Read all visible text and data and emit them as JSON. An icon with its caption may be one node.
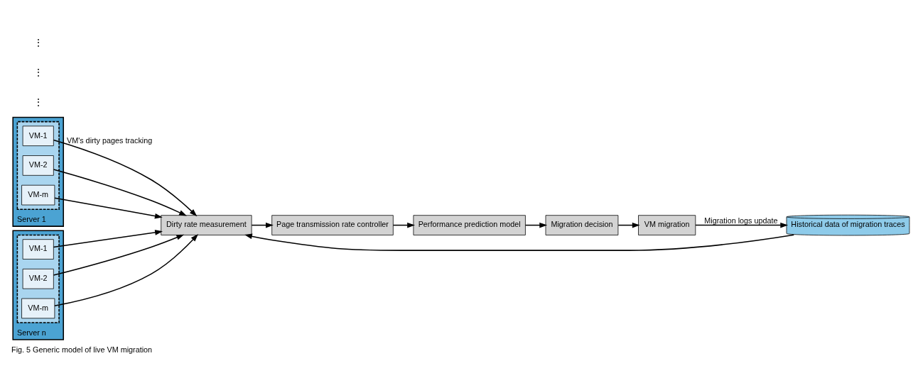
{
  "diagram": {
    "caption": "Fig. 5 Generic model of live VM migration",
    "nodes": [
      {
        "text": [
          "Server 1"
        ]
      },
      {
        "text": [],
        "shape": "box",
        "in": 0
      },
      {
        "text": [
          "VM-1"
        ],
        "in": 1
      },
      {
        "text": [
          "VM-2"
        ],
        "in": 1
      },
      {
        "text": [
          "VM-m"
        ],
        "in": 1
      },
      {
        "text": [
          "Server n"
        ]
      },
      {
        "text": [],
        "shape": "box",
        "in": 5
      },
      {
        "text": [
          "VM-1"
        ],
        "in": 6
      },
      {
        "text": [
          "VM-2"
        ],
        "in": 6
      },
      {
        "text": [
          "VM-m"
        ],
        "in": 6
      },
      {
        "text": [
          "Dirty rate measurement"
        ]
      },
      {
        "text": [
          "Page transmission rate controller"
        ]
      },
      {
        "text": [
          "Performance prediction model"
        ]
      },
      {
        "text": [
          "Migration decision"
        ]
      },
      {
        "text": [
          "VM migration"
        ]
      },
      {
        "text": [
          "Historical data of migration traces"
        ]
      }
    ],
    "edges": [
      {
        "from": 2,
        "to": 10,
        "arrow": "to",
        "label": "VM's dirty pages tracking"
      },
      {
        "from": 3,
        "to": 10,
        "arrow": "to"
      },
      {
        "from": 4,
        "to": 10,
        "arrow": "to"
      },
      {
        "from": 7,
        "to": 10,
        "arrow": "to"
      },
      {
        "from": 8,
        "to": 10,
        "arrow": "to"
      },
      {
        "from": 9,
        "to": 10,
        "arrow": "to"
      },
      {
        "from": 10,
        "to": 11,
        "arrow": "to"
      },
      {
        "from": 11,
        "to": 12,
        "arrow": "to"
      },
      {
        "from": 12,
        "to": 13,
        "arrow": "to"
      },
      {
        "from": 13,
        "to": 14,
        "arrow": "to"
      },
      {
        "from": 14,
        "to": 15,
        "arrow": "to",
        "label": "Migration logs update"
      },
      {
        "from": 15,
        "to": 10,
        "arrow": "to"
      }
    ],
    "labels": [
      "⋮",
      "⋮",
      "⋮"
    ]
  }
}
